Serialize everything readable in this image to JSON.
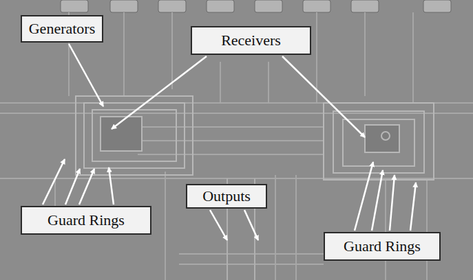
{
  "diagram": {
    "nodes": [
      {
        "text": [
          "Generators"
        ]
      },
      {
        "text": [
          "Receivers"
        ]
      },
      {
        "text": [
          "Outputs"
        ]
      },
      {
        "text": [
          "Guard Rings"
        ]
      },
      {
        "text": [
          "Guard Rings"
        ]
      }
    ]
  }
}
